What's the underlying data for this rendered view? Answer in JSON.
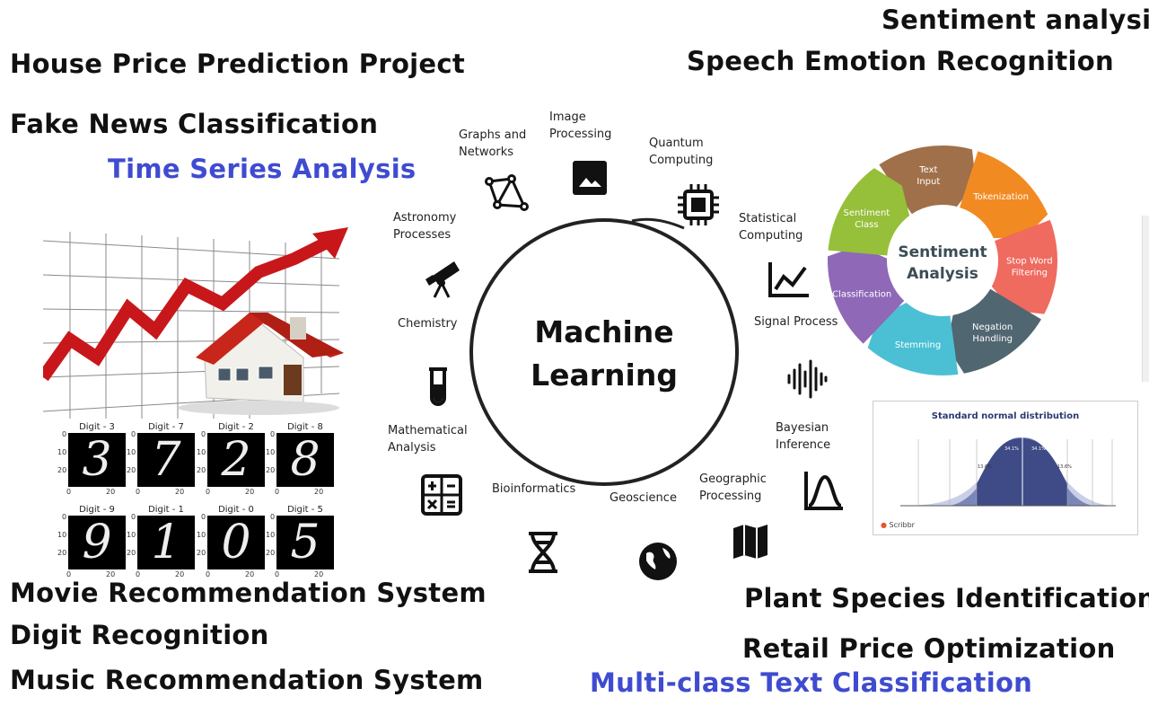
{
  "projects": {
    "house_price": "House Price Prediction Project",
    "fake_news": "Fake News Classification",
    "time_series": "Time Series Analysis",
    "sentiment": "Sentiment analysis",
    "speech_emotion": "Speech Emotion Recognition",
    "movie_rec": "Movie Recommendation System",
    "digit_rec": "Digit Recognition",
    "music_rec": "Music Recommendation System",
    "plant_species": "Plant Species Identification",
    "retail_price": "Retail Price Optimization",
    "multiclass_text": "Multi-class Text Classification"
  },
  "colors": {
    "project_text": "#111111",
    "highlight_blue": "#3f4bd0"
  },
  "ml_wheel": {
    "center_line1": "Machine",
    "center_line2": "Learning",
    "nodes": [
      {
        "label": "Image\nProcessing",
        "icon": "image-icon"
      },
      {
        "label": "Quantum\nComputing",
        "icon": "chip-icon"
      },
      {
        "label": "Statistical\nComputing",
        "icon": "line-chart-icon"
      },
      {
        "label": "Signal Process",
        "icon": "waveform-icon"
      },
      {
        "label": "Bayesian\nInference",
        "icon": "distribution-icon"
      },
      {
        "label": "Geographic\nProcessing",
        "icon": "map-icon"
      },
      {
        "label": "Geoscience",
        "icon": "globe-icon"
      },
      {
        "label": "Bioinformatics",
        "icon": "dna-icon"
      },
      {
        "label": "Mathematical\nAnalysis",
        "icon": "calculator-icon"
      },
      {
        "label": "Chemistry",
        "icon": "test-tube-icon"
      },
      {
        "label": "Astronomy\nProcesses",
        "icon": "telescope-icon"
      },
      {
        "label": "Graphs and\nNetworks",
        "icon": "graph-network-icon"
      }
    ]
  },
  "sentiment_wheel": {
    "center_line1": "Sentiment",
    "center_line2": "Analysis",
    "steps": [
      {
        "label": "Text\nInput",
        "color": "#a0704a"
      },
      {
        "label": "Tokenization",
        "color": "#f28a22"
      },
      {
        "label": "Stop Word\nFiltering",
        "color": "#ef6a5f"
      },
      {
        "label": "Negation\nHandling",
        "color": "#506670"
      },
      {
        "label": "Stemming",
        "color": "#4bc0d4"
      },
      {
        "label": "Classification",
        "color": "#8f68b8"
      },
      {
        "label": "Sentiment\nClass",
        "color": "#96bf3a"
      }
    ]
  },
  "mnist": {
    "cells": [
      {
        "title": "Digit - 3",
        "digit": "3"
      },
      {
        "title": "Digit - 7",
        "digit": "7"
      },
      {
        "title": "Digit - 2",
        "digit": "2"
      },
      {
        "title": "Digit - 8",
        "digit": "8"
      },
      {
        "title": "Digit - 9",
        "digit": "9"
      },
      {
        "title": "Digit - 1",
        "digit": "1"
      },
      {
        "title": "Digit - 0",
        "digit": "0"
      },
      {
        "title": "Digit - 5",
        "digit": "5"
      }
    ],
    "y_ticks": [
      "0",
      "10",
      "20"
    ],
    "x_ticks": [
      "0",
      "20"
    ]
  },
  "normal_dist": {
    "title": "Standard normal distribution",
    "brand": "Scribbr",
    "percent_labels": [
      "13.6%",
      "34.1%",
      "34.1%",
      "13.6%"
    ]
  }
}
